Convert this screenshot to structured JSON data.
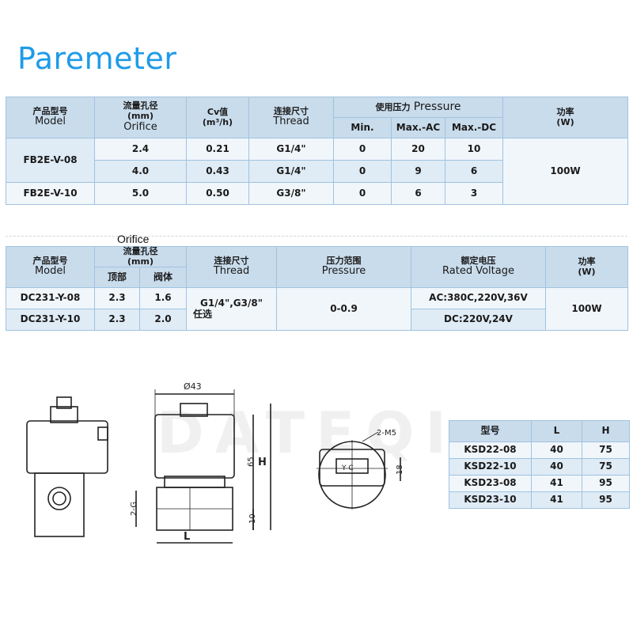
{
  "page": {
    "title": "Paremeter",
    "orifice_note": "Orifice",
    "watermark": "DATEQI"
  },
  "table1": {
    "headers": {
      "model_cn": "产品型号",
      "model_en": "Model",
      "orifice_cn": "流量孔径",
      "orifice_unit": "(mm)",
      "orifice_en": "Orifice",
      "cv_cn": "Cv值",
      "cv_unit": "(m³/h)",
      "thread_cn": "连接尺寸",
      "thread_en": "Thread",
      "pressure_cn": "使用压力",
      "pressure_en": "Pressure",
      "min": "Min.",
      "max_ac": "Max.-AC",
      "max_dc": "Max.-DC",
      "power_cn": "功率",
      "power_unit": "(W)"
    },
    "rows": [
      {
        "model": "FB2E-V-08",
        "orifice": "2.4",
        "cv": "0.21",
        "thread": "G1/4\"",
        "min": "0",
        "max_ac": "20",
        "max_dc": "10"
      },
      {
        "orifice": "4.0",
        "cv": "0.43",
        "thread": "G1/4\"",
        "min": "0",
        "max_ac": "9",
        "max_dc": "6"
      },
      {
        "model": "FB2E-V-10",
        "orifice": "5.0",
        "cv": "0.50",
        "thread": "G3/8\"",
        "min": "0",
        "max_ac": "6",
        "max_dc": "3"
      }
    ],
    "power": "100W"
  },
  "table2": {
    "headers": {
      "model_cn": "产品型号",
      "model_en": "Model",
      "orifice_cn": "流量孔径",
      "orifice_unit": "(mm)",
      "top_cn": "顶部",
      "body_cn": "阀体",
      "thread_cn": "连接尺寸",
      "thread_en": "Thread",
      "pressure_cn": "压力范围",
      "pressure_en": "Pressure",
      "voltage_cn": "额定电压",
      "voltage_en": "Rated Voltage",
      "power_cn": "功率",
      "power_unit": "(W)"
    },
    "rows": [
      {
        "model": "DC231-Y-08",
        "top": "2.3",
        "body": "1.6"
      },
      {
        "model": "DC231-Y-10",
        "top": "2.3",
        "body": "2.0"
      }
    ],
    "thread": "G1/4\",G3/8\"",
    "thread_note": "任选",
    "pressure": "0-0.9",
    "voltage_ac": "AC:380C,220V,36V",
    "voltage_dc": "DC:220V,24V",
    "power": "100W"
  },
  "drawing": {
    "dim_diameter": "Ø43",
    "dim_65": "65",
    "dim_10": "10",
    "dim_h": "H",
    "dim_l": "L",
    "dim_thread": "2-G",
    "dim_m5": "2-M5",
    "dim_18": "18",
    "label_yc": "Y C"
  },
  "table3": {
    "headers": {
      "model": "型号",
      "l": "L",
      "h": "H"
    },
    "rows": [
      {
        "model": "KSD22-08",
        "l": "40",
        "h": "75"
      },
      {
        "model": "KSD22-10",
        "l": "40",
        "h": "75"
      },
      {
        "model": "KSD23-08",
        "l": "41",
        "h": "95"
      },
      {
        "model": "KSD23-10",
        "l": "41",
        "h": "95"
      }
    ]
  }
}
